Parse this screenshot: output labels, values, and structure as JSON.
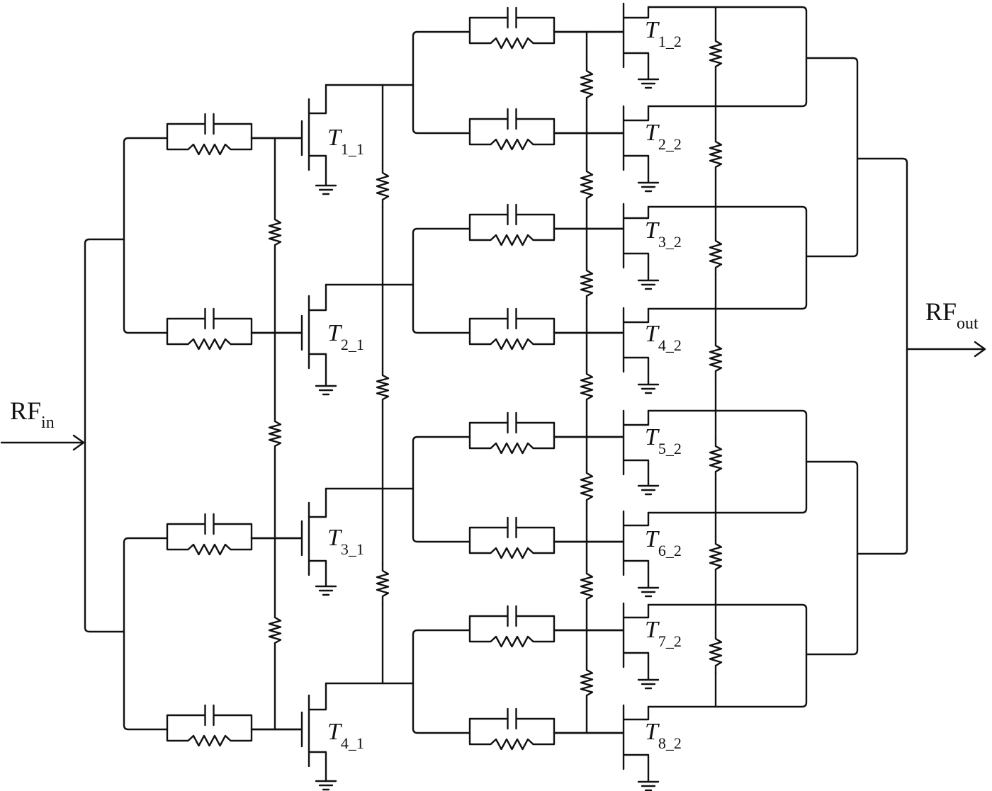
{
  "diagram": {
    "input_label": "RF",
    "input_subscript": "in",
    "output_label": "RF",
    "output_subscript": "out",
    "stage1": [
      {
        "name": "T",
        "sub": "1_1"
      },
      {
        "name": "T",
        "sub": "2_1"
      },
      {
        "name": "T",
        "sub": "3_1"
      },
      {
        "name": "T",
        "sub": "4_1"
      }
    ],
    "stage2": [
      {
        "name": "T",
        "sub": "1_2"
      },
      {
        "name": "T",
        "sub": "2_2"
      },
      {
        "name": "T",
        "sub": "3_2"
      },
      {
        "name": "T",
        "sub": "4_2"
      },
      {
        "name": "T",
        "sub": "5_2"
      },
      {
        "name": "T",
        "sub": "6_2"
      },
      {
        "name": "T",
        "sub": "7_2"
      },
      {
        "name": "T",
        "sub": "8_2"
      }
    ]
  }
}
